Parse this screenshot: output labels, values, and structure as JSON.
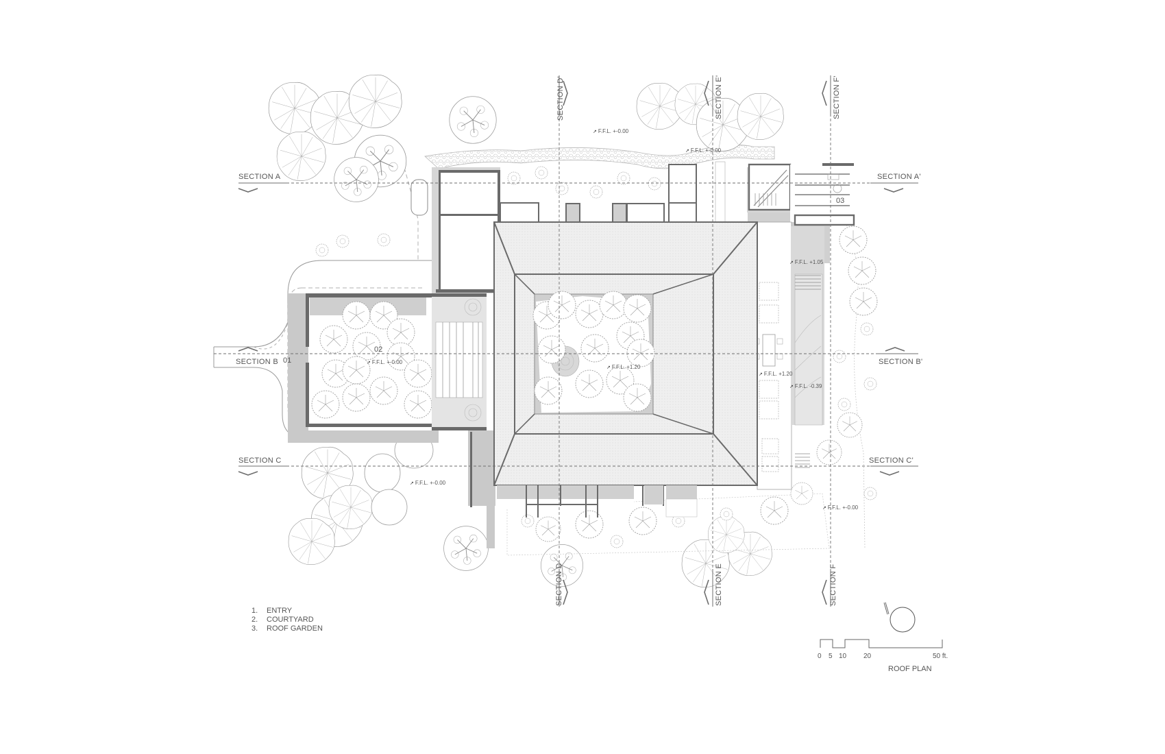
{
  "drawing": {
    "title": "ROOF PLAN",
    "legend": [
      {
        "index": "1.",
        "label": "ENTRY"
      },
      {
        "index": "2.",
        "label": "COURTYARD"
      },
      {
        "index": "3.",
        "label": "ROOF GARDEN"
      }
    ],
    "room_tags": {
      "entry": "01",
      "courtyard": "02",
      "roof_garden": "03"
    },
    "sections": {
      "a_left": "SECTION A",
      "a_right": "SECTION A'",
      "b_left": "SECTION B",
      "b_right": "SECTION B'",
      "c_left": "SECTION C",
      "c_right": "SECTION C'",
      "d_top": "SECTION D'",
      "d_bottom": "SECTION D",
      "e_top": "SECTION E'",
      "e_bottom": "SECTION E",
      "f_top": "SECTION F'",
      "f_bottom": "SECTION F"
    },
    "levels": {
      "top_center": "F.F.L. +-0.00",
      "top_path": "F.F.L. +-0.00",
      "entry_court": "F.F.L. +-0.00",
      "central_court": "F.F.L. +1.20",
      "east_upper": "F.F.L. +1.05",
      "east_dining": "F.F.L. +1.20",
      "east_pool": "F.F.L. -0.39",
      "southwest": "F.F.L. +-0.00",
      "southeast": "F.F.L. +-0.00"
    },
    "scale_bar": {
      "ticks": [
        "0",
        "5",
        "10",
        "20",
        "50 ft."
      ]
    },
    "colors": {
      "line": "#6e6e6e",
      "wall": "#6a6a6a",
      "shadow": "#c9c9c9",
      "roof_fill": "#eeeeee",
      "tree_stroke": "#a8a8a8",
      "background": "#ffffff"
    }
  }
}
